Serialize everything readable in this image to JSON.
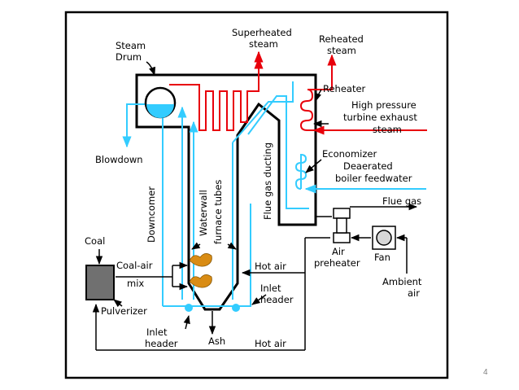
{
  "colors": {
    "frame": "#000000",
    "steam_red": "#e8000b",
    "water_cyan": "#33ccff",
    "flame_orange": "#d98c14",
    "pulverizer_gray": "#707070",
    "background": "#ffffff"
  },
  "labels": {
    "steam_drum_line1": "Steam",
    "steam_drum_line2": "Drum",
    "superheated_line1": "Superheated",
    "superheated_line2": "steam",
    "reheated_line1": "Reheated",
    "reheated_line2": "steam",
    "reheater": "Reheater",
    "hp_exhaust_line1": "High pressure",
    "hp_exhaust_line2": "turbine exhaust",
    "hp_exhaust_line3": "steam",
    "economizer": "Economizer",
    "deaerated_line1": "Deaerated",
    "deaerated_line2": "boiler feedwater",
    "blowdown": "Blowdown",
    "flue_gas": "Flue gas",
    "flue_gas_ducting": "Flue gas ducting",
    "downcomer": "Downcomer",
    "waterwall_line1": "Waterwall",
    "waterwall_line2": "furnace tubes",
    "coal": "Coal",
    "coal_air_line1": "Coal-air",
    "coal_air_line2": "mix",
    "pulverizer": "Pulverizer",
    "hot_air_upper": "Hot air",
    "hot_air_lower": "Hot air",
    "air_preheater_line1": "Air",
    "air_preheater_line2": "preheater",
    "fan": "Fan",
    "ambient_line1": "Ambient",
    "ambient_line2": "air",
    "inlet_header_right_line1": "Inlet",
    "inlet_header_right_line2": "header",
    "inlet_header_left_line1": "Inlet",
    "inlet_header_left_line2": "header",
    "ash": "Ash"
  },
  "icons": {
    "steam_drum": "steam-drum-icon",
    "air_preheater": "air-preheater-icon",
    "fan": "fan-icon",
    "pulverizer": "pulverizer-icon",
    "flames": "burner-flame-icon"
  },
  "page_number": "4"
}
